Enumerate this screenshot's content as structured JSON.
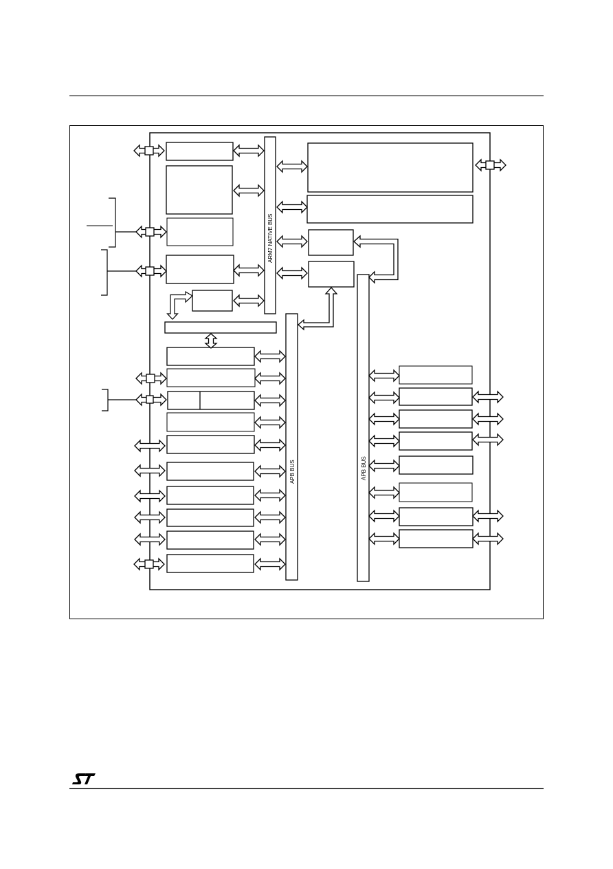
{
  "diagram": {
    "buses": {
      "arm7_native": "ARM7 NATIVE BUS",
      "apb_left": "APB BUS",
      "apb_right": "APB BUS"
    }
  },
  "footer": {
    "logo": "ST"
  },
  "colors": {
    "line": "#000000",
    "background": "#ffffff"
  }
}
